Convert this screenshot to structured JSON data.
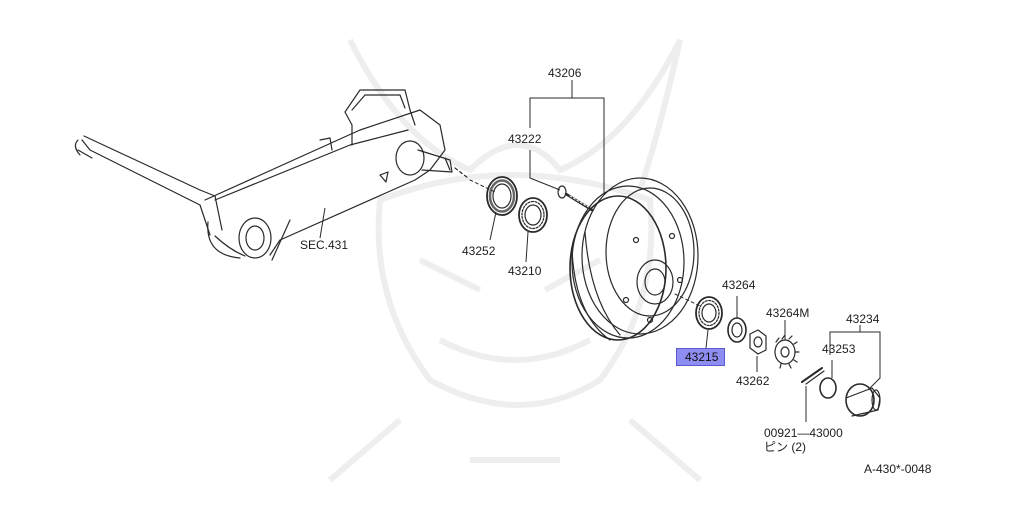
{
  "diagram": {
    "code": "A-430*-0048",
    "highlight_color": "#8e8ef2",
    "parts": {
      "p43206": "43206",
      "p43222": "43222",
      "p43252": "43252",
      "p43210": "43210",
      "p43264": "43264",
      "p43264m": "43264M",
      "p43234": "43234",
      "p43253": "43253",
      "p43215": "43215",
      "p43262": "43262",
      "p00921": "00921—43000",
      "pin_note": "ピン (2)",
      "sec431": "SEC.431"
    }
  }
}
